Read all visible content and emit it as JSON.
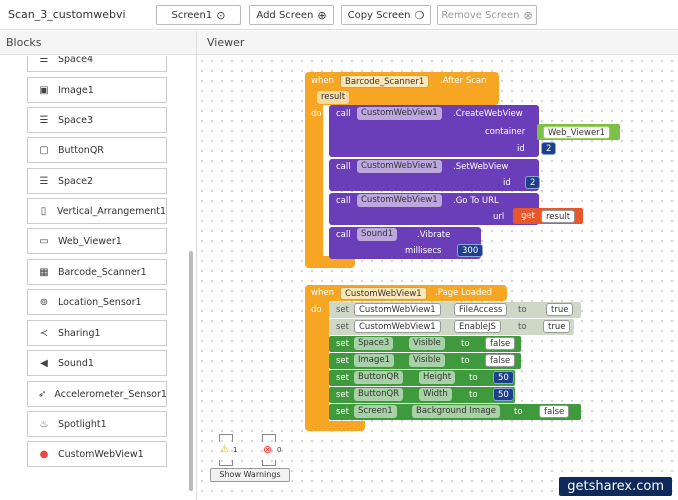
{
  "topbar": {
    "project_title": "Scan_3_customwebvi",
    "screen_select": "Screen1",
    "add_screen": "Add Screen",
    "copy_screen": "Copy Screen",
    "remove_screen": "Remove Screen"
  },
  "panels": {
    "blocks": "Blocks",
    "viewer": "Viewer"
  },
  "components": [
    {
      "label": "Space4",
      "icon": "space-icon"
    },
    {
      "label": "Image1",
      "icon": "image-icon"
    },
    {
      "label": "Space3",
      "icon": "space-icon"
    },
    {
      "label": "ButtonQR",
      "icon": "button-icon"
    },
    {
      "label": "Space2",
      "icon": "space-icon"
    },
    {
      "label": "Vertical_Arrangement1",
      "icon": "vertical-arrangement-icon"
    },
    {
      "label": "Web_Viewer1",
      "icon": "web-viewer-icon"
    },
    {
      "label": "Barcode_Scanner1",
      "icon": "barcode-icon"
    },
    {
      "label": "Location_Sensor1",
      "icon": "location-icon"
    },
    {
      "label": "Sharing1",
      "icon": "share-icon"
    },
    {
      "label": "Sound1",
      "icon": "sound-icon"
    },
    {
      "label": "Accelerometer_Sensor1",
      "icon": "accelerometer-icon"
    },
    {
      "label": "Spotlight1",
      "icon": "spotlight-icon"
    },
    {
      "label": "CustomWebView1",
      "icon": "custom-webview-icon"
    }
  ],
  "block1": {
    "when": "when",
    "component": "Barcode_Scanner1",
    "event": ".After Scan",
    "param": "result",
    "do": "do",
    "call1": "call",
    "cwv1": "CustomWebView1",
    "create": ".CreateWebView",
    "container": "container",
    "container_val": "Web_Viewer1",
    "id_label": "id",
    "id_val1": "2",
    "call2": "call",
    "cwv2": "CustomWebView1",
    "setwv": ".SetWebView",
    "id_label2": "id",
    "id_val2": "2",
    "call3": "call",
    "cwv3": "CustomWebView1",
    "goto": ".Go To URL",
    "url_label": "url",
    "get": "get",
    "get_val": "result",
    "call4": "call",
    "sound": "Sound1",
    "vibrate": ".Vibrate",
    "millisecs": "millisecs",
    "ms_val": "300"
  },
  "block2": {
    "when": "when",
    "component": "CustomWebView1",
    "event": ".Page Loaded",
    "do": "do",
    "rows": [
      {
        "set": "set",
        "comp": "CustomWebView1",
        "prop": "FileAccess",
        "to": "to",
        "val": "true"
      },
      {
        "set": "set",
        "comp": "CustomWebView1",
        "prop": "EnableJS",
        "to": "to",
        "val": "true"
      },
      {
        "set": "set",
        "comp": "Space3",
        "prop": "Visible",
        "to": "to",
        "val": "false"
      },
      {
        "set": "set",
        "comp": "Image1",
        "prop": "Visible",
        "to": "to",
        "val": "false"
      },
      {
        "set": "set",
        "comp": "ButtonQR",
        "prop": "Height",
        "to": "to",
        "val": "50"
      },
      {
        "set": "set",
        "comp": "ButtonQR",
        "prop": "Width",
        "to": "to",
        "val": "50"
      },
      {
        "set": "set",
        "comp": "Screen1",
        "prop": "Background Image",
        "to": "to",
        "val": "false"
      }
    ]
  },
  "warnings": {
    "warn_count": "1",
    "error_count": "0",
    "show_warnings": "Show Warnings"
  },
  "watermark": "getsharex.com",
  "colors": {
    "event": "#f6a623",
    "call": "#6a3eb8",
    "set": "#3f9a3e",
    "number": "#1e3f8a"
  }
}
